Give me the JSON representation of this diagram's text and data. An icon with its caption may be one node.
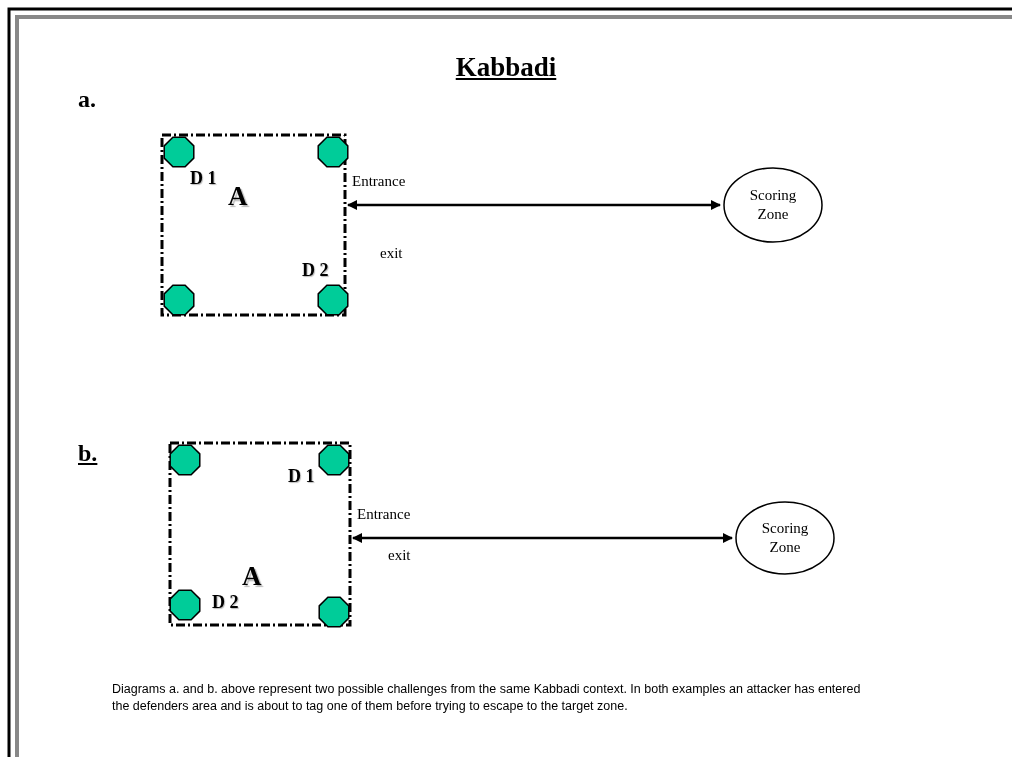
{
  "diagram": {
    "title": "Kabbadi",
    "caption": "Diagrams a. and b. above represent two possible challenges from the same Kabbadi context. In both examples an attacker has entered the defenders area and is about to tag one of them before trying to escape to the target zone.",
    "nodes": [
      {
        "text": [
          "D 1",
          "A",
          "D 2"
        ]
      },
      {
        "text": [],
        "shape": "octagon",
        "in": 0
      },
      {
        "text": [],
        "shape": "octagon",
        "in": 0
      },
      {
        "text": [],
        "shape": "octagon",
        "in": 0
      },
      {
        "text": [],
        "shape": "octagon",
        "in": 0
      },
      {
        "text": [
          "Scoring Zone"
        ]
      },
      {
        "text": [
          "D 1",
          "A",
          "D 2"
        ]
      },
      {
        "text": [],
        "shape": "octagon",
        "in": 6
      },
      {
        "text": [],
        "shape": "octagon",
        "in": 6
      },
      {
        "text": [],
        "shape": "octagon",
        "in": 6
      },
      {
        "text": [],
        "shape": "octagon",
        "in": 6
      },
      {
        "text": [
          "Scoring Zone"
        ]
      }
    ],
    "edges": [
      {
        "from": 0,
        "to": 5,
        "arrow": "both",
        "label": "Entrance"
      },
      {
        "from": 6,
        "to": 11,
        "arrow": "both",
        "label": "Entrance"
      }
    ],
    "labels": [
      "a.",
      "exit",
      "b.",
      "exit"
    ]
  }
}
